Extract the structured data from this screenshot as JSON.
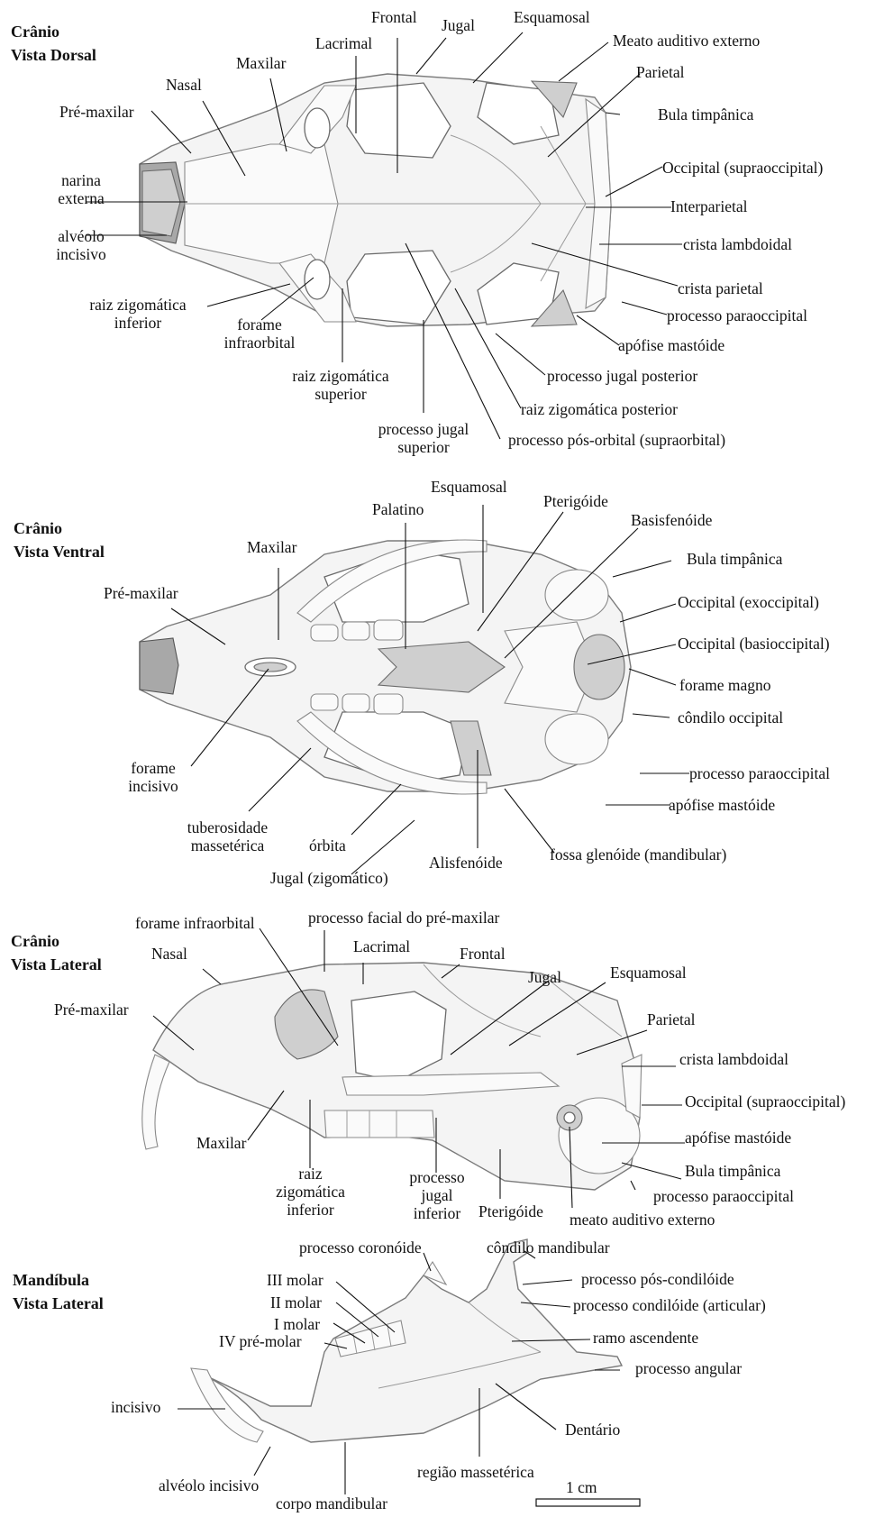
{
  "panels": {
    "dorsal": {
      "title_line1": "Crânio",
      "title_line2": "Vista Dorsal",
      "labels": {
        "frontal": "Frontal",
        "jugal": "Jugal",
        "esquamosal": "Esquamosal",
        "meato": "Meato auditivo externo",
        "lacrimal": "Lacrimal",
        "maxilar": "Maxilar",
        "parietal": "Parietal",
        "nasal": "Nasal",
        "bula": "Bula timpânica",
        "premaxilar": "Pré-maxilar",
        "occipital_supra": "Occipital (supraoccipital)",
        "narina_1": "narina",
        "narina_2": "externa",
        "interparietal": "Interparietal",
        "alveolo_1": "alvéolo",
        "alveolo_2": "incisivo",
        "crista_lambdoidal": "crista lambdoidal",
        "crista_parietal": "crista parietal",
        "raiz_inf_1": "raiz zigomática",
        "raiz_inf_2": "inferior",
        "processo_paraoccipital": "processo paraoccipital",
        "forame_1": "forame",
        "forame_2": "infraorbital",
        "apofise": "apófise mastóide",
        "raiz_sup_1": "raiz zigomática",
        "raiz_sup_2": "superior",
        "processo_jugal_posterior": "processo jugal posterior",
        "raiz_posterior": "raiz zigomática posterior",
        "processo_jugal_sup_1": "processo jugal",
        "processo_jugal_sup_2": "superior",
        "pos_orbital": "processo pós-orbital (supraorbital)"
      }
    },
    "ventral": {
      "title_line1": "Crânio",
      "title_line2": "Vista Ventral",
      "labels": {
        "esquamosal": "Esquamosal",
        "pterigoide": "Pterigóide",
        "palatino": "Palatino",
        "basisfenoide": "Basisfenóide",
        "maxilar": "Maxilar",
        "bula": "Bula timpânica",
        "premaxilar": "Pré-maxilar",
        "exoccipital": "Occipital (exoccipital)",
        "basioccipital": "Occipital (basioccipital)",
        "forame_magno": "forame magno",
        "condilo": "côndilo occipital",
        "forame_inc_1": "forame",
        "forame_inc_2": "incisivo",
        "processo_paraoccipital": "processo paraoccipital",
        "apofise": "apófise mastóide",
        "tuberosidade_1": "tuberosidade",
        "tuberosidade_2": "massetérica",
        "orbita": "órbita",
        "alisfenoide": "Alisfenóide",
        "fossa": "fossa glenóide (mandibular)",
        "jugal": "Jugal (zigomático)"
      }
    },
    "lateral": {
      "title_line1": "Crânio",
      "title_line2": "Vista Lateral",
      "labels": {
        "forame_infraorbital": "forame infraorbital",
        "processo_facial": "processo facial do pré-maxilar",
        "nasal": "Nasal",
        "lacrimal": "Lacrimal",
        "frontal": "Frontal",
        "jugal": "Jugal",
        "esquamosal": "Esquamosal",
        "premaxilar": "Pré-maxilar",
        "parietal": "Parietal",
        "crista_lambdoidal": "crista lambdoidal",
        "occipital_supra": "Occipital (supraoccipital)",
        "maxilar": "Maxilar",
        "apofise": "apófise mastóide",
        "bula": "Bula timpânica",
        "raiz_1": "raiz",
        "raiz_2": "zigomática",
        "raiz_3": "inferior",
        "processo_jugal_1": "processo",
        "processo_jugal_2": "jugal",
        "processo_jugal_3": "inferior",
        "processo_paraoccipital": "processo paraoccipital",
        "pterigoide": "Pterigóide",
        "meato": "meato auditivo externo"
      }
    },
    "mandible": {
      "title_line1": "Mandíbula",
      "title_line2": "Vista Lateral",
      "labels": {
        "processo_coronoide": "processo coronóide",
        "condilo_mandibular": "côndilo mandibular",
        "molar3": "III molar",
        "pos_condiloide": "processo pós-condilóide",
        "molar2": "II molar",
        "condiloide": "processo condilóide (articular)",
        "molar1": "I molar",
        "premolar4": "IV pré-molar",
        "ramo": "ramo ascendente",
        "processo_angular": "processo angular",
        "incisivo": "incisivo",
        "dentario": "Dentário",
        "regiao_masseterica": "região massetérica",
        "alveolo_incisivo": "alvéolo incisivo",
        "corpo_mandibular": "corpo mandibular",
        "scale": "1 cm"
      }
    }
  }
}
